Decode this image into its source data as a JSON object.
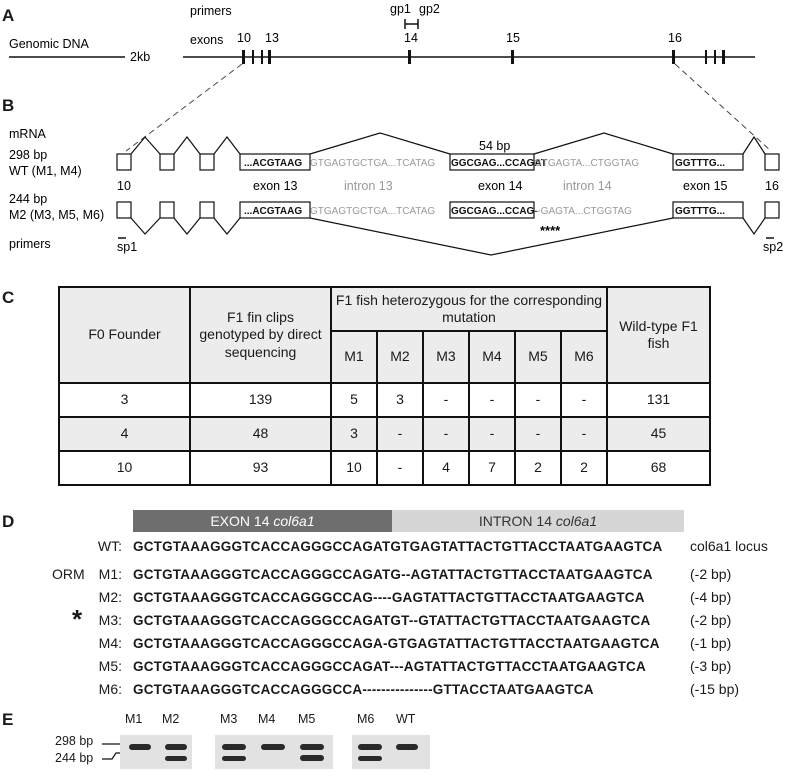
{
  "panels": {
    "A": "A",
    "B": "B",
    "C": "C",
    "D": "D",
    "E": "E"
  },
  "panelA": {
    "primers_label": "primers",
    "gp1": "gp1",
    "gp2": "gp2",
    "genomic_label": "Genomic DNA",
    "scale_label": "2kb",
    "exons_label": "exons",
    "exon_numbers": [
      "10",
      "13",
      "14",
      "15",
      "16"
    ]
  },
  "panelB": {
    "mrna_label": "mRNA",
    "wt_size": "298 bp",
    "wt_alleles": "WT (M1, M4)",
    "m2_size": "244 bp",
    "m2_alleles": "M2 (M3, M5, M6)",
    "primers_label": "primers",
    "skip_size": "54 bp",
    "exon10": "10",
    "exon16": "16",
    "exon13_label": "exon 13",
    "intron13_label": "intron 13",
    "exon14_label": "exon 14",
    "intron14_label": "intron 14",
    "exon15_label": "exon 15",
    "sp1": "sp1",
    "sp2": "sp2",
    "stars": "****",
    "wt_seq": {
      "e13": "...ACGTAAG",
      "i13": "GTGAGTGCTGA...TCATAG",
      "e14": "GGCGAG...CCAGAT",
      "i14": "GTGAGTA...CTGGTAG",
      "e15": "GGTTTG..."
    },
    "m2_seq": {
      "e13": "...ACGTAAG",
      "i13": "GTGAGTGCTGA...TCATAG",
      "e14": "GGCGAG...CCAG-",
      "i14": "--GAGTA...CTGGTAG",
      "e15": "GGTTTG..."
    }
  },
  "panelC": {
    "headers": {
      "founder": "F0 Founder",
      "clips": "F1 fin clips genotyped by direct sequencing",
      "het": "F1 fish heterozygous for the corresponding mutation",
      "wt": "Wild-type F1 fish",
      "mutants": [
        "M1",
        "M2",
        "M3",
        "M4",
        "M5",
        "M6"
      ]
    },
    "rows": [
      {
        "founder": "3",
        "clips": "139",
        "m": [
          "5",
          "3",
          "-",
          "-",
          "-",
          "-"
        ],
        "wt": "131"
      },
      {
        "founder": "4",
        "clips": "48",
        "m": [
          "3",
          "-",
          "-",
          "-",
          "-",
          "-"
        ],
        "wt": "45"
      },
      {
        "founder": "10",
        "clips": "93",
        "m": [
          "10",
          "-",
          "4",
          "7",
          "2",
          "2"
        ],
        "wt": "68"
      }
    ]
  },
  "panelD": {
    "exon_bar": "EXON 14",
    "intron_bar": "INTRON 14",
    "gene": "col6a1",
    "locus_note": "col6a1 locus",
    "orm_prefix": "ORM",
    "star": "*",
    "rows": [
      {
        "label": "WT:",
        "seq": "GCTGTAAAGGGTCACCAGGGCCAGATGTGAGTATTACTGTTACCTAATGAAGTCA",
        "note": "col6a1 locus"
      },
      {
        "label": "M1:",
        "seq": "GCTGTAAAGGGTCACCAGGGCCAGATG--AGTATTACTGTTACCTAATGAAGTCA",
        "note": "(-2 bp)"
      },
      {
        "label": "M2:",
        "seq": "GCTGTAAAGGGTCACCAGGGCCAG----GAGTATTACTGTTACCTAATGAAGTCA",
        "note": "(-4 bp)"
      },
      {
        "label": "M3:",
        "seq": "GCTGTAAAGGGTCACCAGGGCCAGATGT--GTATTACTGTTACCTAATGAAGTCA",
        "note": "(-2 bp)"
      },
      {
        "label": "M4:",
        "seq": "GCTGTAAAGGGTCACCAGGGCCAGA-GTGAGTATTACTGTTACCTAATGAAGTCA",
        "note": "(-1 bp)"
      },
      {
        "label": "M5:",
        "seq": "GCTGTAAAGGGTCACCAGGGCCAGAT---AGTATTACTGTTACCTAATGAAGTCA",
        "note": "(-3 bp)"
      },
      {
        "label": "M6:",
        "seq": "GCTGTAAAGGGTCACCAGGGCCA---------------GTTACCTAATGAAGTCA",
        "note": "(-15 bp)"
      }
    ]
  },
  "panelE": {
    "lanes": [
      "M1",
      "M2",
      "M3",
      "M4",
      "M5",
      "M6",
      "WT"
    ],
    "size_upper": "298 bp",
    "size_lower": "244 bp"
  }
}
